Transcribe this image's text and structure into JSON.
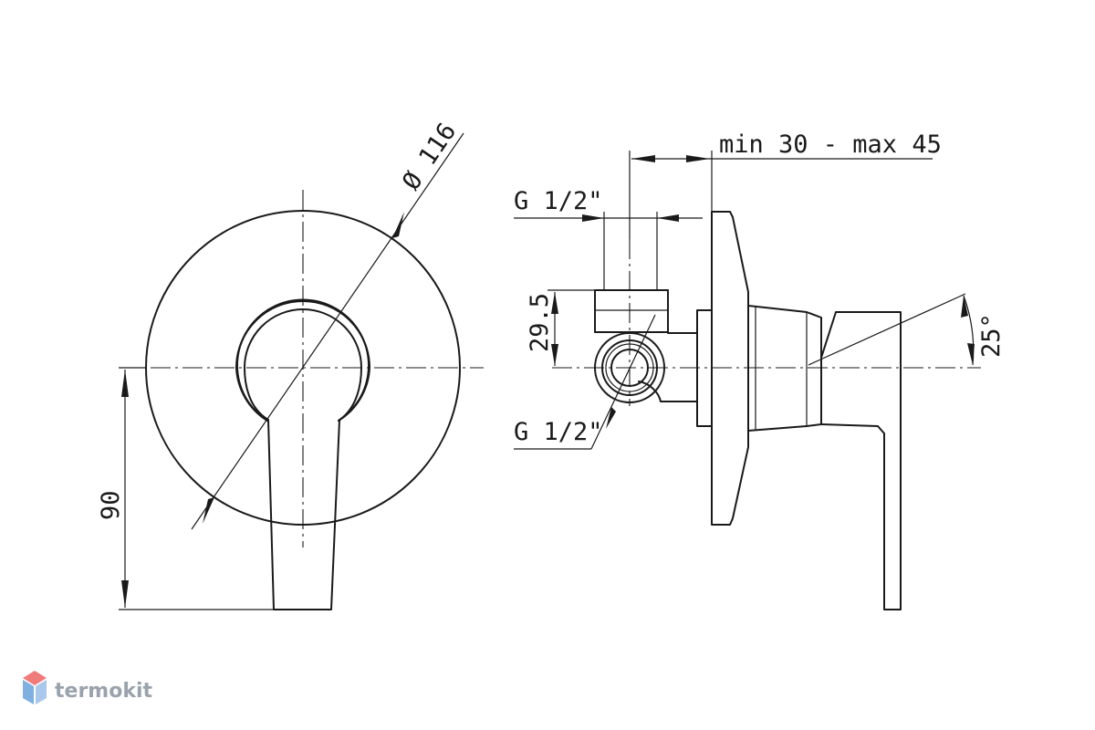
{
  "drawing": {
    "front_view": {
      "diameter_label": "Ø 116",
      "height_label": "90"
    },
    "side_view": {
      "depth_range_label": "min 30 - max 45",
      "thread_top_label": "G 1/2\"",
      "offset_label": "29.5",
      "thread_bottom_label": "G 1/2\"",
      "handle_angle_label": "25°"
    }
  },
  "watermark": {
    "text": "termokit",
    "colors": {
      "top": "#f07b7b",
      "left": "#7fb0e0",
      "right": "#a9c8ec"
    }
  }
}
